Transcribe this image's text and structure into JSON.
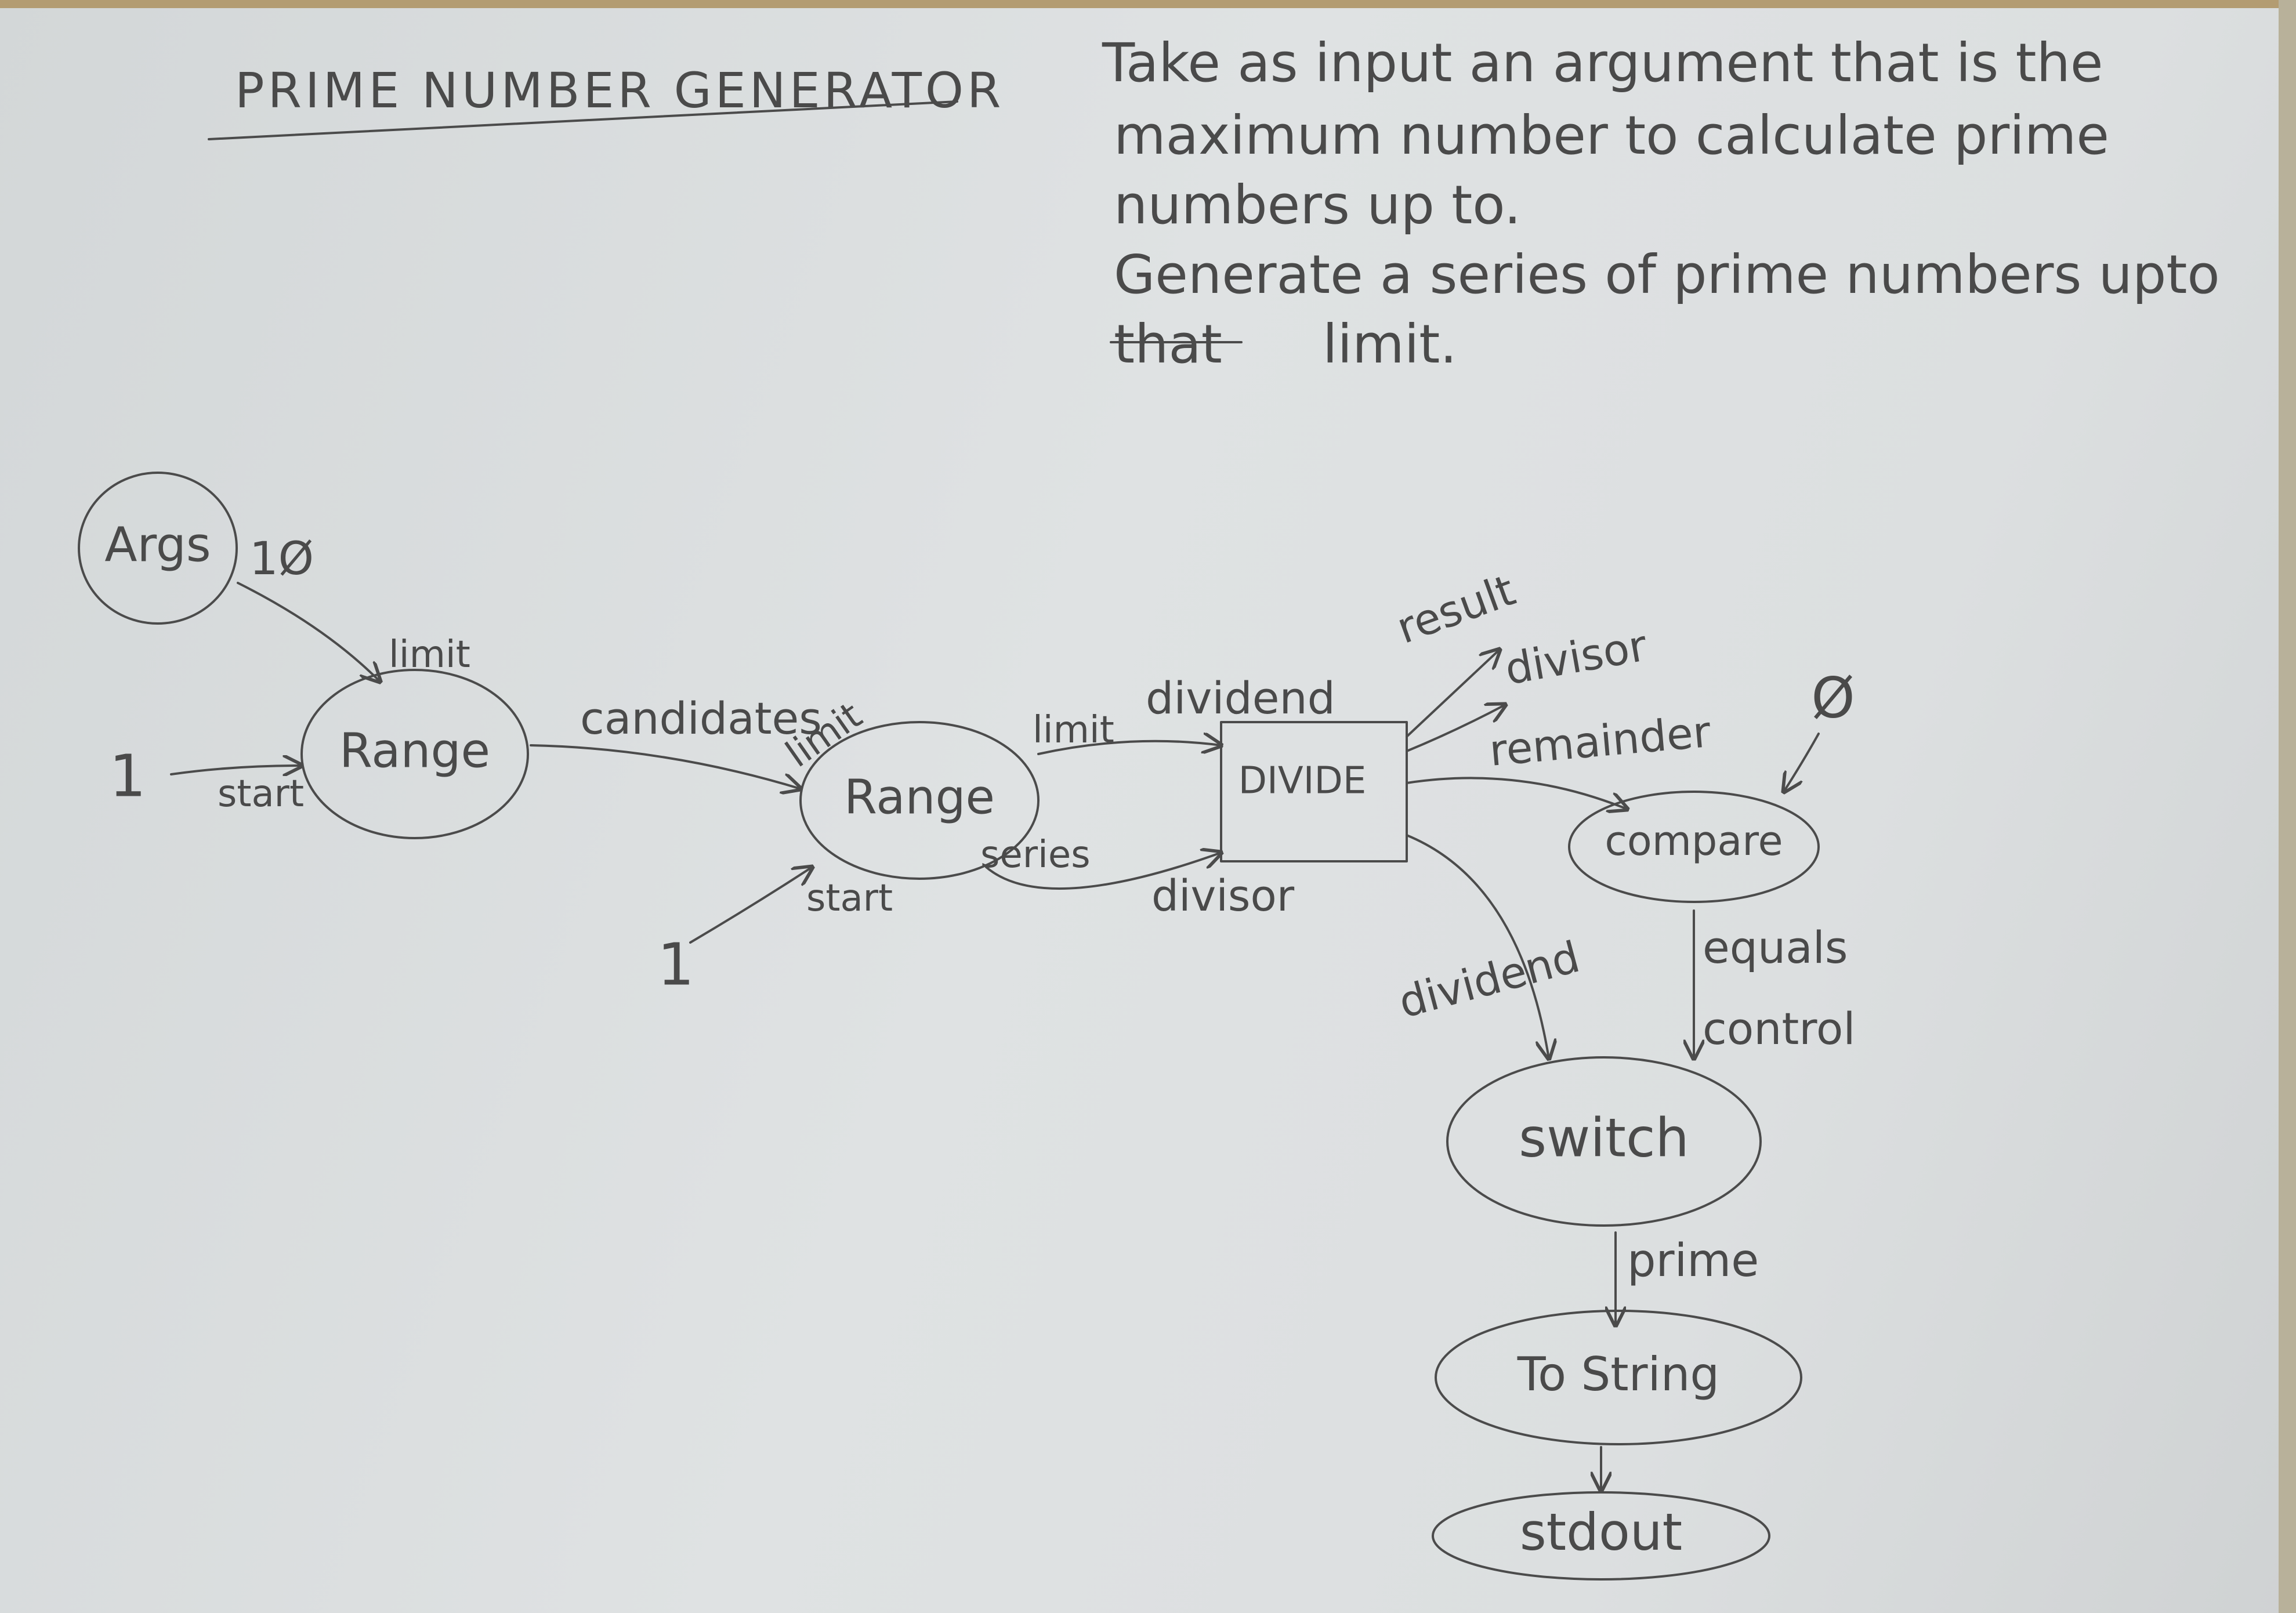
{
  "title": "PRIME NUMBER GENERATOR",
  "description": {
    "line1": "Take as input an argument that is the",
    "line2": "maximum number to calculate prime",
    "line3": "numbers up to.",
    "line4": "Generate a series of prime numbers upto",
    "line5_struck": "that",
    "line5_rest": "limit."
  },
  "nodes": {
    "args": "Args",
    "range1": "Range",
    "range2": "Range",
    "divide": "DIVIDE",
    "compare": "compare",
    "switch": "switch",
    "tostring": "To String",
    "stdout": "stdout"
  },
  "constants": {
    "args_value": "1Ø",
    "start1": "1",
    "start2": "1",
    "compare_zero": "Ø"
  },
  "edge_labels": {
    "range1_limit": "limit",
    "range1_start": "start",
    "candidates": "candidates",
    "range2_limit": "limit",
    "range2_start": "start",
    "range2_out_limit": "limit",
    "divide_in_dividend": "dividend",
    "range2_series": "series",
    "divide_in_divisor": "divisor",
    "result": "result",
    "divisor_out": "divisor",
    "remainder": "remainder",
    "switch_dividend": "dividend",
    "equals": "equals",
    "control": "control",
    "prime": "prime"
  }
}
